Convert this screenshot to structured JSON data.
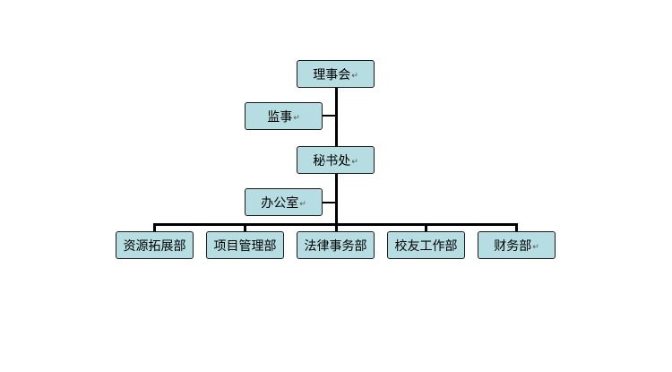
{
  "colors": {
    "box_fill": "#b6dde2",
    "box_border": "#1a1a1a",
    "connector": "#000000"
  },
  "para_mark": "↵",
  "nodes": {
    "council": "理事会",
    "supervisor": "监事",
    "secretary": "秘书处",
    "office": "办公室",
    "dept_resource": "资源拓展部",
    "dept_project": "项目管理部",
    "dept_legal": "法律事务部",
    "dept_alumni": "校友工作部",
    "dept_finance": "财务部"
  }
}
